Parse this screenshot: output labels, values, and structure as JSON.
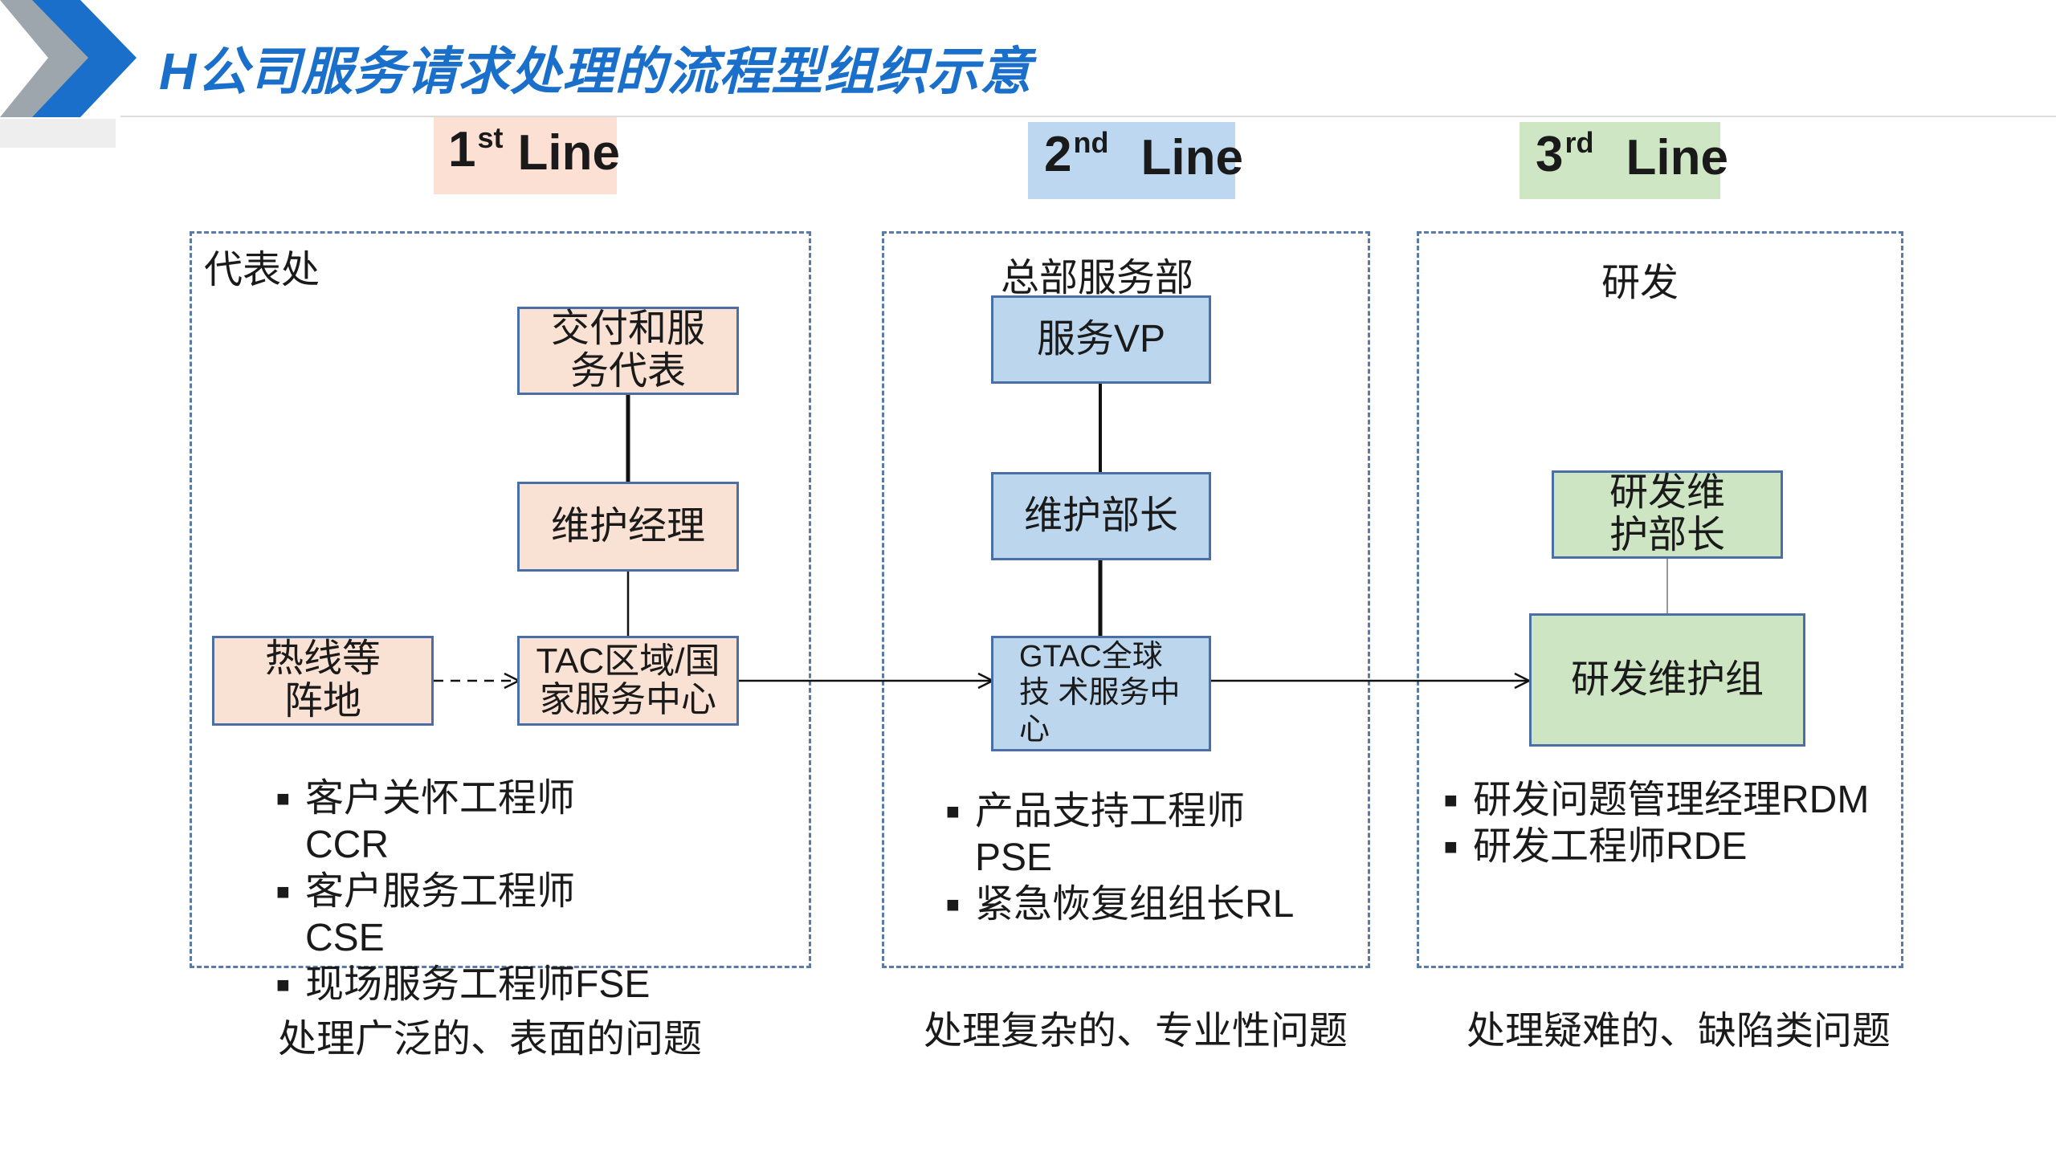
{
  "title": "H公司服务请求处理的流程型组织示意",
  "lines": [
    {
      "num": "1",
      "sup": "st",
      "word": "Line",
      "bg": "#fbe0d3"
    },
    {
      "num": "2",
      "sup": "nd",
      "word": "Line",
      "bg": "#bcd7ef"
    },
    {
      "num": "3",
      "sup": "rd",
      "word": "Line",
      "bg": "#cfe6c4"
    }
  ],
  "panels": {
    "first": {
      "title": "代表处",
      "boxes": {
        "delivery": "交付和服务代表",
        "maintenance_manager": "维护经理",
        "hotline": "热线等阵地",
        "tac": "TAC区域/国家服务中心"
      },
      "bullets": [
        "客户关怀工程师CCR",
        "客户服务工程师CSE",
        "现场服务工程师FSE"
      ],
      "caption": "处理广泛的、表面的问题"
    },
    "second": {
      "title": "总部服务部",
      "boxes": {
        "vp": "服务VP",
        "minister": "维护部长",
        "gtac": "GTAC全球技 术服务中心"
      },
      "bullets": [
        "产品支持工程师PSE",
        "紧急恢复组组长RL"
      ],
      "caption": "处理复杂的、专业性问题"
    },
    "third": {
      "title": "研发",
      "boxes": {
        "rd_minister": "研发维护部长",
        "rd_group": "研发维护组"
      },
      "bullets": [
        "研发问题管理经理RDM",
        "研发工程师RDE"
      ],
      "caption": "处理疑难的、缺陷类问题"
    }
  },
  "colors": {
    "title_blue": "#1a6fcb",
    "peach": "#f9e1d3",
    "blue": "#bcd6ee",
    "green": "#cde5c2",
    "border": "#4a6fa5"
  }
}
